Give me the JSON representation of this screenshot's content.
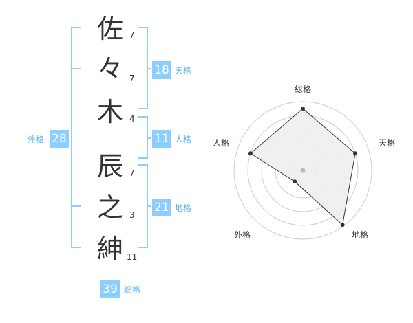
{
  "name": {
    "characters": [
      {
        "char": "佐",
        "strokes": "7"
      },
      {
        "char": "々",
        "strokes": "7"
      },
      {
        "char": "木",
        "strokes": "4"
      },
      {
        "char": "辰",
        "strokes": "7"
      },
      {
        "char": "之",
        "strokes": "3"
      },
      {
        "char": "紳",
        "strokes": "11"
      }
    ]
  },
  "kakusu": {
    "tenkaku": {
      "value": "18",
      "label": "天格"
    },
    "jinkaku": {
      "value": "11",
      "label": "人格"
    },
    "chikaku": {
      "value": "21",
      "label": "地格"
    },
    "gaikaku": {
      "value": "28",
      "label": "外格"
    },
    "soukaku": {
      "value": "39",
      "label": "総格"
    }
  },
  "radar": {
    "labels": {
      "soukaku": "総格",
      "tenkaku": "天格",
      "chikaku": "地格",
      "gaikaku": "外格",
      "jinkaku": "人格"
    },
    "levels": {
      "soukaku": 0.9,
      "tenkaku": 0.8,
      "chikaku": 0.98,
      "gaikaku": 0.2,
      "jinkaku": 0.8
    },
    "ring_count": 5
  },
  "colors": {
    "bracket": "#8ccfff",
    "badge_bg": "#8ccfff",
    "badge_label": "#5ab4ea",
    "radar_fill": "#eeeeee",
    "radar_ring": "#cccccc",
    "radar_line": "#333333"
  }
}
